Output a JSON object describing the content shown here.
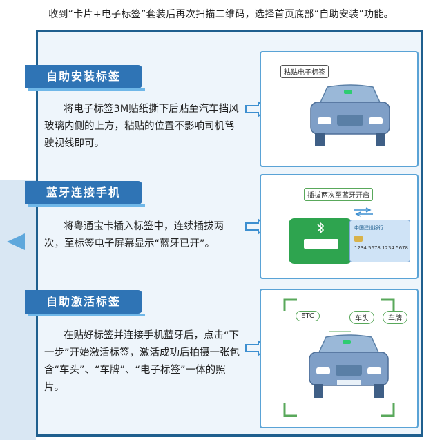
{
  "top_text": "收到“卡片+电子标签”套装后再次扫描二维码，选择首页底部“自助安装”功能。",
  "steps": [
    {
      "title": "自助安装标签",
      "desc": "将电子标签3M贴纸撕下后贴至汽车挡风玻璃内侧的上方，粘贴的位置不影响司机驾驶视线即可。",
      "image_tag": "粘贴电子标签"
    },
    {
      "title": "蓝牙连接手机",
      "desc": "将粤通宝卡插入标签中，连续插拔两次，至标签电子屏幕显示“蓝牙已开”。",
      "image_tag": "插拔两次至蓝牙开启"
    },
    {
      "title": "自助激活标签",
      "desc": "在贴好标签并连接手机蓝牙后，点击“下一步”开始激活标签，激活成功后拍摄一张包含“车头”、“车牌”、“电子标签”一体的照片。",
      "image_tags": [
        "ETC",
        "车头",
        "车牌"
      ]
    }
  ],
  "card_text": {
    "bank": "中国建设银行",
    "number": "1234 5678 1234 5678"
  },
  "colors": {
    "accent": "#2f74b5",
    "border": "#1f5f8e",
    "green": "#2ea44f"
  }
}
